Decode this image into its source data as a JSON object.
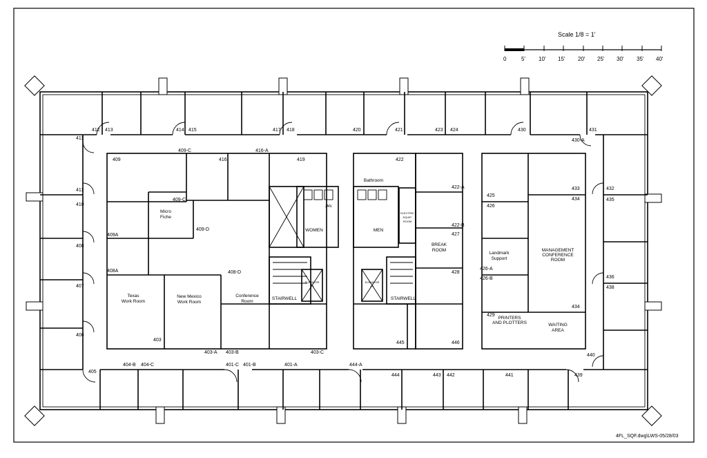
{
  "scale": {
    "title": "Scale 1/8 = 1'",
    "ticks": [
      "0",
      "5'",
      "10'",
      "15'",
      "20'",
      "25'",
      "30'",
      "35'",
      "40'"
    ]
  },
  "rooms": {
    "r412": "412",
    "r413": "413",
    "r414": "414",
    "r415": "415",
    "r417": "417",
    "r418": "418",
    "r420": "420",
    "r421": "421",
    "r423": "423",
    "r424": "424",
    "r430": "430",
    "r431": "431",
    "r430a": "430-A",
    "r411a": "411",
    "r411b": "411",
    "r410": "410",
    "r408": "408",
    "r407": "407",
    "r406": "406",
    "r405": "405",
    "r404b": "404-B",
    "r404c": "404-C",
    "r401c": "401-C",
    "r401b": "401-B",
    "r401a": "401-A",
    "r444a": "444-A",
    "r444": "444",
    "r443": "443",
    "r442": "442",
    "r441": "441",
    "r439": "439",
    "r440": "440",
    "r438": "438",
    "r436": "436",
    "r435": "435",
    "r432": "432",
    "r409": "409",
    "r409c_top": "409-C",
    "r416a": "416-A",
    "r416": "416",
    "r419": "419",
    "r409c": "409-C",
    "r409d": "409-D",
    "r409a": "409A",
    "r408a": "408A",
    "r408d": "408-D",
    "r403": "403",
    "r403a": "403-A",
    "r403b": "403-B",
    "r403c": "403-C",
    "r422": "422",
    "r422a": "422-A",
    "r422b": "422-B",
    "r427": "427",
    "r428": "428",
    "r445": "445",
    "r446": "446",
    "r425": "425",
    "r426": "426",
    "r426a": "426-A",
    "r426b": "426-B",
    "r429": "429",
    "r433": "433",
    "r434a": "434",
    "r434b": "434"
  },
  "spaces": {
    "micro_fiche": [
      "Micro",
      "Fiche"
    ],
    "texas": [
      "Texas",
      "Work Room"
    ],
    "new_mexico": [
      "New Mexico",
      "Work Room"
    ],
    "conference": [
      "Conference",
      "Room"
    ],
    "stairwell_left": "STAIRWELL",
    "stairwell_right": "STAIRWELL",
    "elevator_left": [
      "ELEVATOR",
      "# 2"
    ],
    "elevator_right": [
      "ELEVATOR",
      "# 1"
    ],
    "women": "WOMEN",
    "men": "MEN",
    "jan": "JAN.",
    "bathroom": "Bathroom",
    "electric": [
      "ELECTRIC",
      "EQUIP.",
      "ROOM"
    ],
    "break_room": [
      "BREAK",
      "ROOM"
    ],
    "landmark": [
      "Landmark",
      "Support"
    ],
    "mgmt": [
      "MANAGEMENT",
      "CONFERENCE",
      "ROOM"
    ],
    "printers": [
      "PRINTERS",
      "AND PLOTTERS"
    ],
    "waiting": [
      "WAITING",
      "AREA"
    ]
  },
  "footer": "4FL_SQF.dwg\\LWS-05/28/03"
}
